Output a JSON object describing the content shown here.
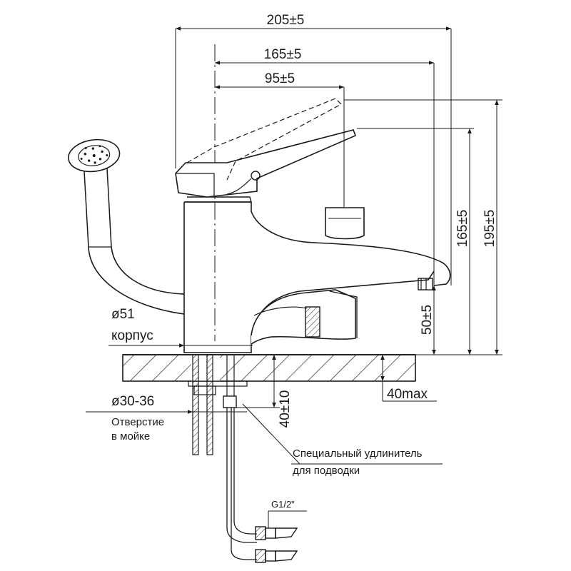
{
  "dimensions": {
    "overall_width": "205±5",
    "spout_reach": "165±5",
    "lever_reach": "95±5",
    "height_spout": "165±5",
    "height_total": "195±5",
    "diverter_height": "50±5",
    "deck_max": "40max",
    "extension_length": "40±10"
  },
  "labels": {
    "body_diameter": "ø51",
    "body_word": "корпус",
    "hole_diameter": "ø30-36",
    "hole_line1": "Отверстие",
    "hole_line2": "в мойке",
    "ext_line1": "Специальный удлинитель",
    "ext_line2": "для подводки",
    "thread": "G1/2\""
  },
  "colors": {
    "line": "#1a1a1a",
    "background": "#ffffff"
  }
}
